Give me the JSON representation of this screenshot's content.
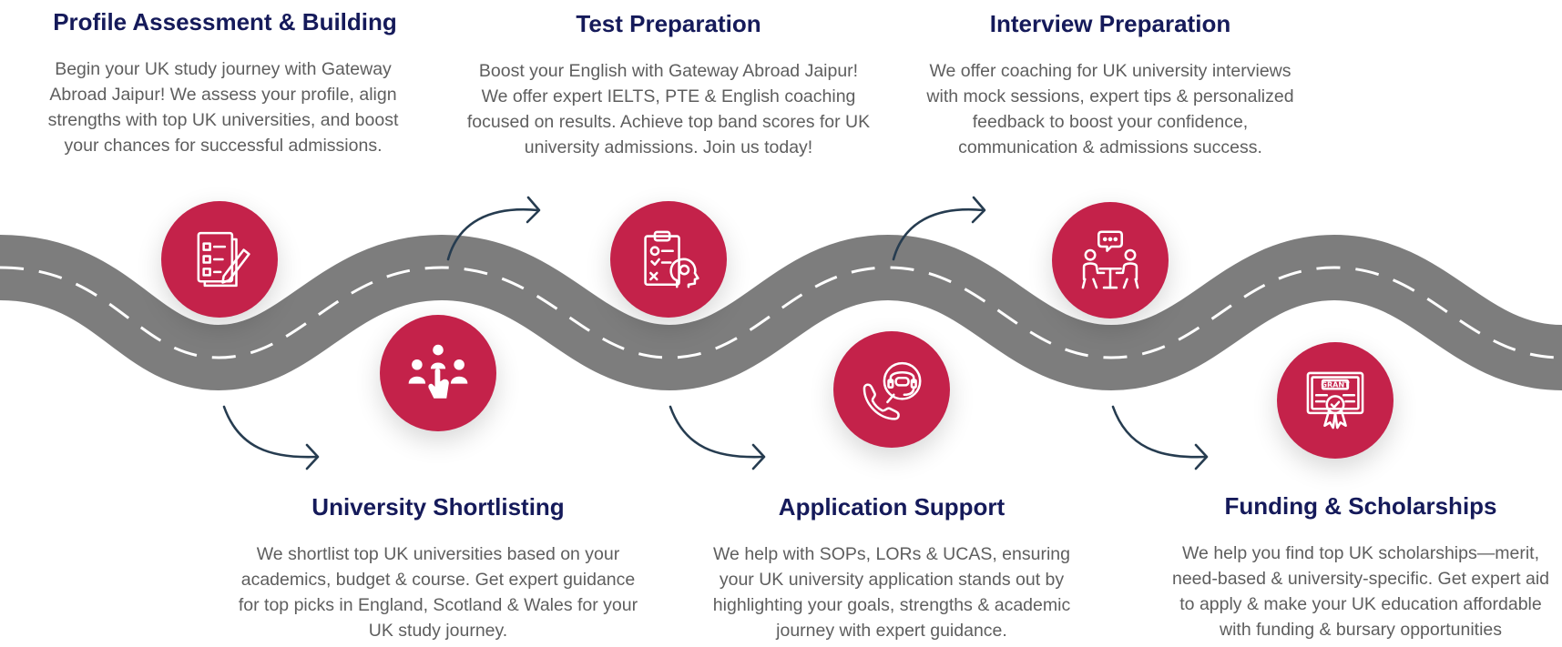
{
  "colors": {
    "title": "#151a5a",
    "text": "#5e5e5e",
    "badge": "#c4224a",
    "road": "#7d7d7d",
    "lane": "#ffffff",
    "arrow": "#263c50"
  },
  "steps": [
    {
      "title": "Profile Assessment & Building",
      "icon": "checklist-pencil-icon",
      "lines": [
        "Begin your UK study journey with Gateway",
        "Abroad Jaipur! We assess your profile, align",
        "strengths with top UK universities, and boost",
        "your chances for successful admissions."
      ]
    },
    {
      "title": "University Shortlisting",
      "icon": "group-selection-icon",
      "lines": [
        "We shortlist top UK universities based on your",
        "academics, budget & course. Get expert guidance",
        "for top picks in England, Scotland & Wales for your",
        "UK study journey."
      ]
    },
    {
      "title": "Test Preparation",
      "icon": "clipboard-mind-icon",
      "lines": [
        "Boost your English with Gateway Abroad Jaipur!",
        "We offer expert IELTS, PTE & English coaching",
        "focused on results. Achieve top band scores for UK",
        "university admissions. Join us today!"
      ]
    },
    {
      "title": "Application Support",
      "icon": "support-call-icon",
      "lines": [
        "We help with SOPs, LORs & UCAS, ensuring",
        "your UK university application stands out by",
        "highlighting your goals, strengths & academic",
        "journey with expert guidance."
      ]
    },
    {
      "title": "Interview Preparation",
      "icon": "interview-meeting-icon",
      "lines": [
        "We offer coaching for UK university interviews",
        "with mock sessions, expert tips & personalized",
        "feedback to boost your confidence,",
        "communication & admissions success."
      ]
    },
    {
      "title": "Funding & Scholarships",
      "icon": "grant-certificate-icon",
      "lines": [
        "We help you find top UK scholarships—merit,",
        "need-based & university-specific. Get expert aid",
        "to apply & make your UK education affordable",
        "with funding & bursary opportunities"
      ]
    }
  ]
}
